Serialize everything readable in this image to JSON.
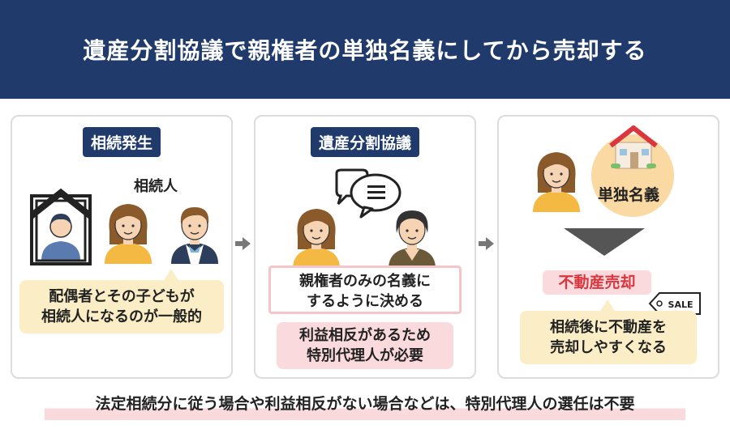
{
  "title": "遺産分割協議で親権者の単独名義にしてから売却する",
  "steps": [
    {
      "badge": "相続発生",
      "heirs_label": "相続人",
      "note": [
        "配偶者とその子どもが",
        "相続人になるのが一般的"
      ]
    },
    {
      "badge": "遺産分割協議",
      "result": [
        "親権者のみの名義に",
        "するように決める"
      ],
      "warning": [
        "利益相反があるため",
        "特別代理人が必要"
      ]
    },
    {
      "owner_label": "単独名義",
      "action": "不動産売却",
      "tag": "SALE",
      "note": [
        "相続後に不動産を",
        "売却しやすくなる"
      ]
    }
  ],
  "footer": "法定相続分に従う場合や利益相反がない場合などは、特別代理人の選任は不要",
  "colors": {
    "navy": "#1f3a6b",
    "yellow": "#fbedc6",
    "pink": "#fadadd",
    "red": "#d9363e",
    "skin": "#f6d3b3"
  }
}
